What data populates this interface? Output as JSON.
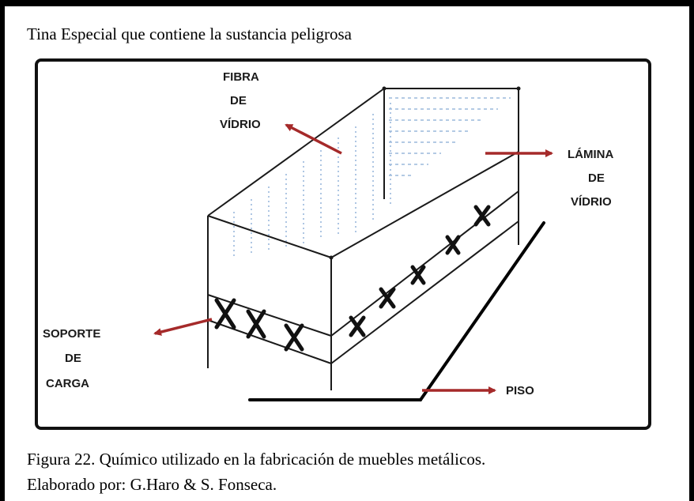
{
  "document": {
    "title": "Tina Especial que contiene la sustancia peligrosa",
    "caption_line1": "Figura 22. Químico utilizado en la fabricación de muebles metálicos.",
    "caption_line2": "Elaborado por: G.Haro & S. Fonseca."
  },
  "diagram": {
    "labels": {
      "fibra_1": "FIBRA",
      "fibra_2": "DE",
      "fibra_3": "VÍDRIO",
      "lamina_1": "LÁMINA",
      "lamina_2": "DE",
      "lamina_3": "VÍDRIO",
      "soporte_1": "SOPORTE",
      "soporte_2": "DE",
      "soporte_3": "CARGA",
      "piso": "PISO"
    },
    "colors": {
      "arrow": "#a52a2a",
      "hatch": "#9ab8dc",
      "outline": "#1a1a1a"
    }
  }
}
